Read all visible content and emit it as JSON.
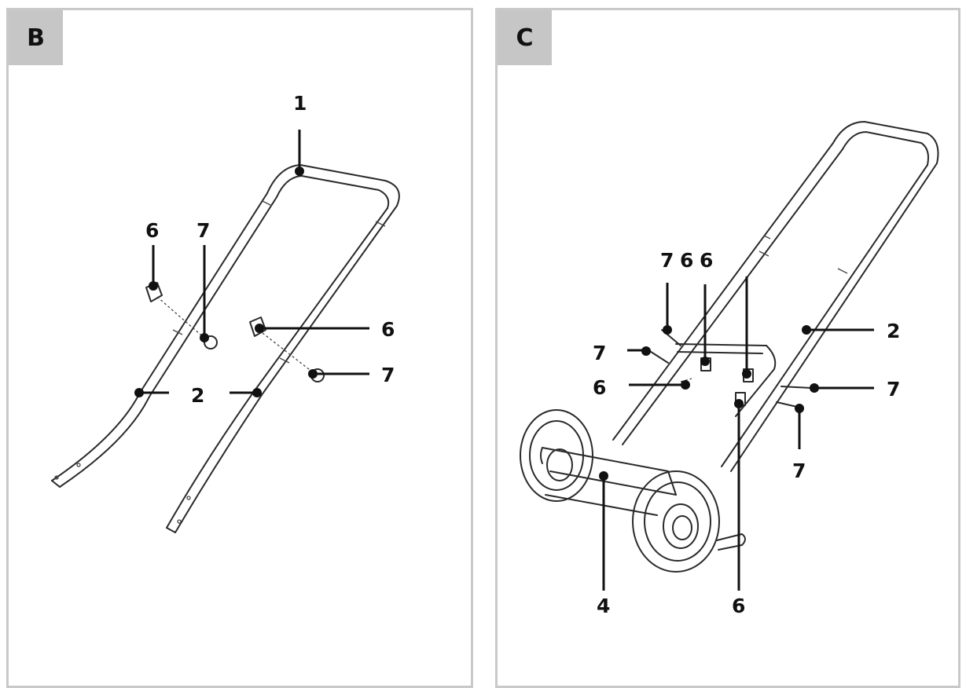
{
  "panels": [
    {
      "tag": "B",
      "callouts": [
        "1",
        "6",
        "7",
        "6",
        "7",
        "2"
      ]
    },
    {
      "tag": "C",
      "callouts": [
        "7",
        "6",
        "6",
        "7",
        "6",
        "2",
        "7",
        "7",
        "4",
        "6"
      ]
    }
  ]
}
